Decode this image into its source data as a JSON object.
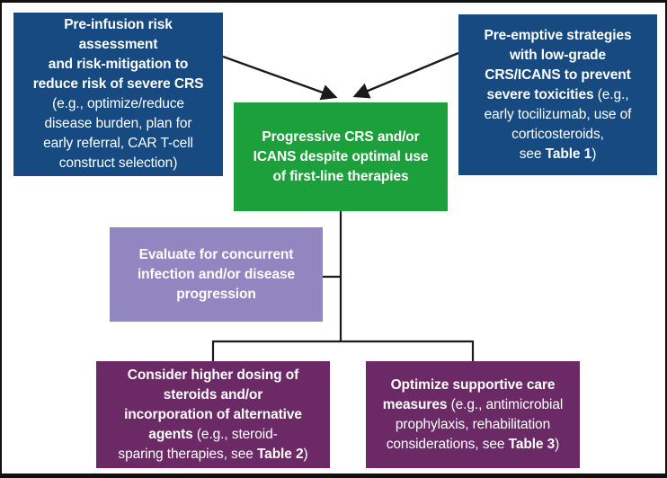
{
  "figure": {
    "type": "flowchart",
    "description": "Management algorithm for progressive CRS and/or ICANS after CAR T-cell therapy",
    "background": "#ffffff",
    "border_color": "#111111"
  },
  "colors": {
    "dark_blue": "#164a80",
    "green": "#1ca03c",
    "light_purple": "#9186c0",
    "dark_purple": "#6b2a66",
    "text": "#ffffff",
    "line": "#1a1a1a"
  },
  "boxes": {
    "pre_infusion": {
      "bold1": "Pre-infusion risk\nassessment\nand risk-mitigation to\nreduce risk of severe CRS",
      "normal1": "\n(e.g., optimize/reduce\ndisease burden, plan for\nearly referral, CAR T-cell\nconstruct selection)"
    },
    "pre_emptive": {
      "bold1": "Pre-emptive strategies\nwith low-grade\nCRS/ICANS to prevent\nsevere toxicities",
      "normal1": " (e.g.,\nearly tocilizumab, use of\ncorticosteroids,\nsee ",
      "bold2": "Table 1",
      "normal2": ")"
    },
    "progressive": {
      "bold1": "Progressive CRS and/or\nICANS despite optimal use\nof first-line therapies"
    },
    "evaluate": {
      "bold1": "Evaluate for concurrent\ninfection and/or disease\nprogression"
    },
    "consider": {
      "bold1": "Consider higher dosing of\nsteroids and/or\nincorporation of alternative\nagents",
      "normal1": " (e.g., steroid-\nsparing therapies, see ",
      "bold2": "Table 2",
      "normal2": ")"
    },
    "optimize": {
      "bold1": "Optimize supportive care\nmeasures",
      "normal1": " (e.g., antimicrobial\nprophylaxis, rehabilitation\nconsiderations, see ",
      "bold2": "Table 3",
      "normal2": ")"
    }
  }
}
